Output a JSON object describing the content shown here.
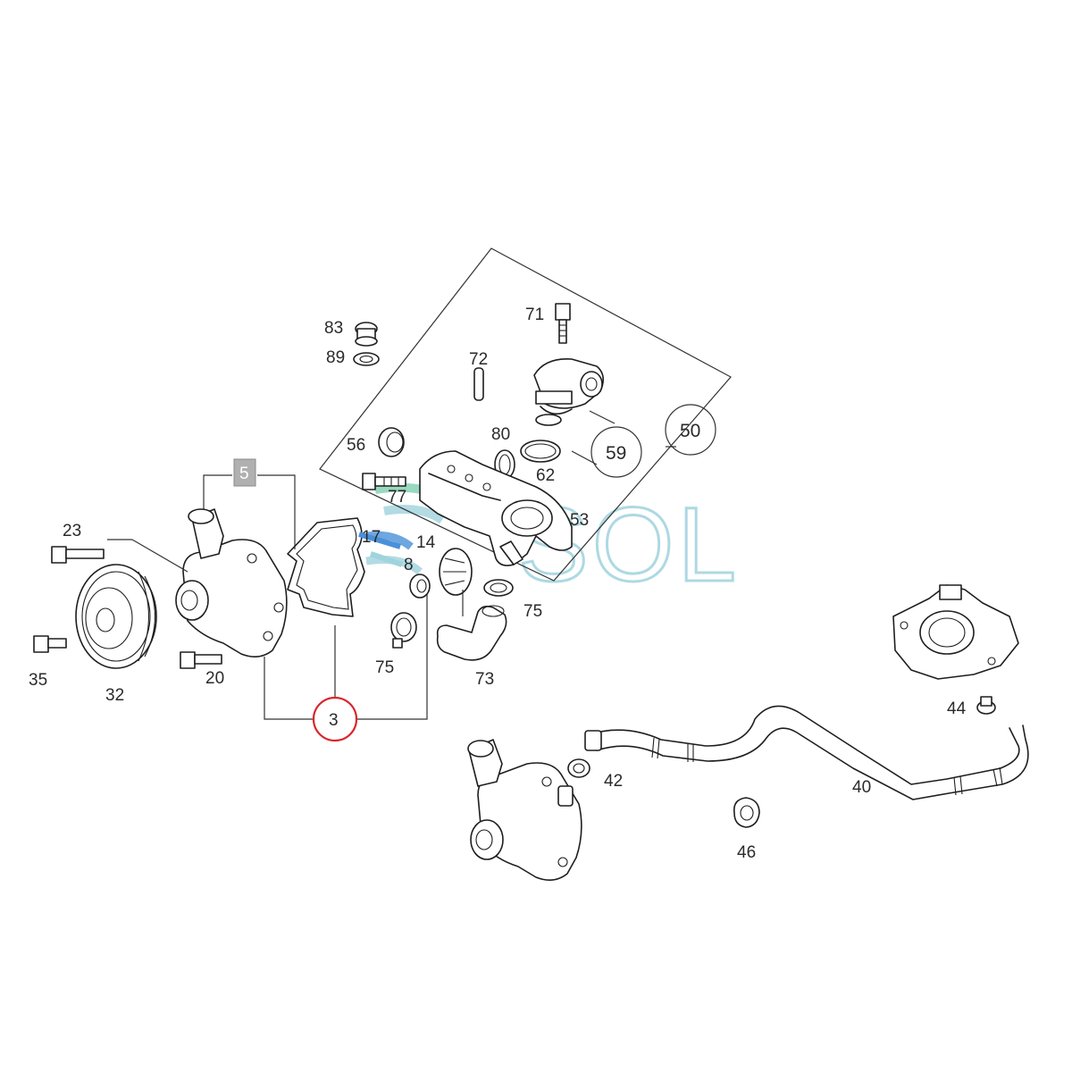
{
  "diagram": {
    "labels": {
      "p83": "83",
      "p89": "89",
      "p71": "71",
      "p72": "72",
      "p80": "80",
      "p56": "56",
      "p62": "62",
      "p59": "59",
      "p50": "50",
      "p77": "77",
      "p53": "53",
      "p5": "5",
      "p23": "23",
      "p17": "17",
      "p14": "14",
      "p8": "8",
      "p75a": "75",
      "p75b": "75",
      "p73": "73",
      "p35": "35",
      "p20": "20",
      "p32": "32",
      "p3": "3",
      "p44": "44",
      "p42": "42",
      "p40": "40",
      "p46": "46"
    },
    "watermark": "SOL",
    "colors": {
      "highlight_circle": "#d9262b",
      "watermark": "#9fd3dd",
      "label_box_5": "#b0b0b0",
      "line": "#1e1e1e"
    }
  }
}
